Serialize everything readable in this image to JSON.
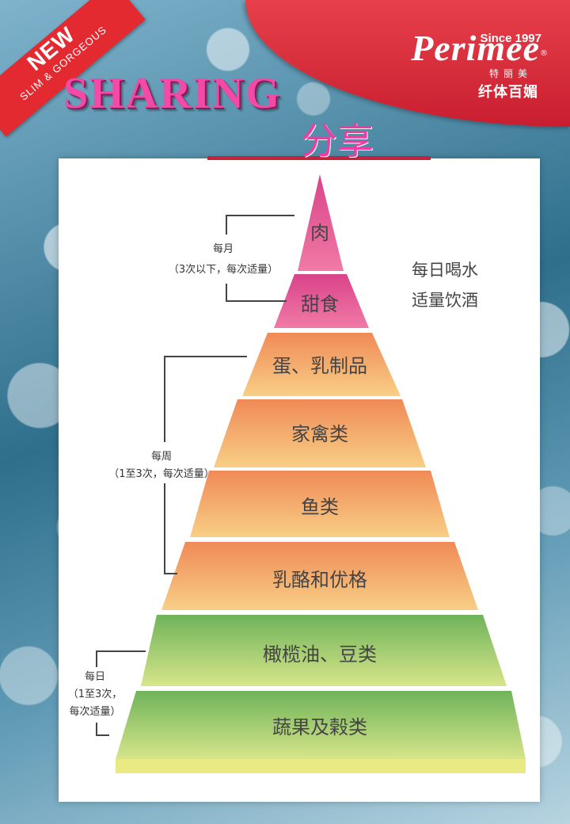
{
  "header": {
    "ribbon_new": "NEW",
    "ribbon_sub": "SLIM & GORGEOUS",
    "title_en": "SHARING",
    "title_cn": "分享"
  },
  "brand": {
    "since": "Since 1997",
    "logo": "Perimee",
    "registered": "®",
    "sub": "特丽美",
    "cn": "纤体百媚"
  },
  "pyramid": {
    "tiers": [
      {
        "label": "肉",
        "color": "#e8609a"
      },
      {
        "label": "甜食",
        "color": "#ea6a94"
      },
      {
        "label": "蛋、乳制品",
        "color": "#f3a070"
      },
      {
        "label": "家禽类",
        "color": "#f5b070"
      },
      {
        "label": "鱼类",
        "color": "#f39a5c"
      },
      {
        "label": "乳酪和优格",
        "color": "#f3b466"
      },
      {
        "label": "橄榄油、豆类",
        "color": "#9ccc6a"
      },
      {
        "label": "蔬果及榖类",
        "color": "#8cc46a"
      }
    ],
    "notes": {
      "monthly": [
        "每月",
        "（3次以下，每次适量）"
      ],
      "weekly": [
        "每周",
        "（1至3次，每次适量）"
      ],
      "daily": [
        "每日",
        "（1至3次，",
        "每次适量）"
      ]
    },
    "side_text": [
      "每日喝水",
      "适量饮酒"
    ]
  }
}
